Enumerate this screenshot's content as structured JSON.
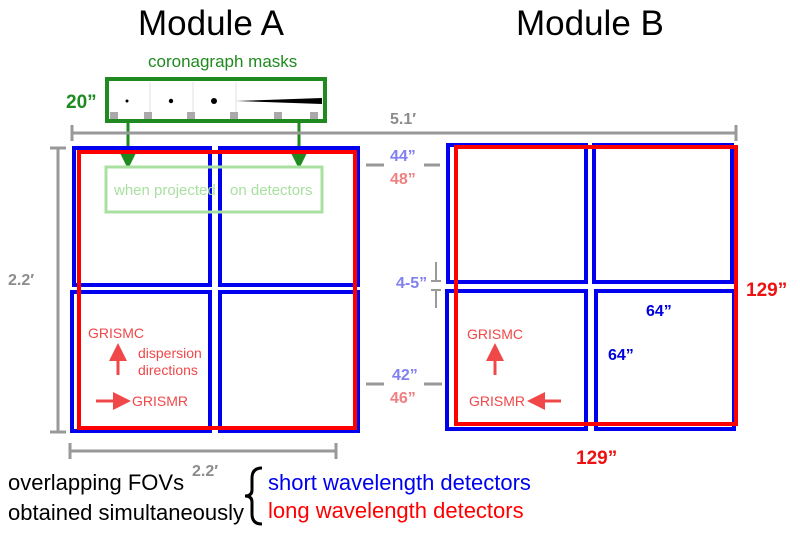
{
  "titles": {
    "module_a": "Module A",
    "module_b": "Module B"
  },
  "coronagraph": {
    "label": "coronagraph masks",
    "size_label": "20”",
    "projection_left": "when projected",
    "projection_right": "on detectors"
  },
  "dimensions": {
    "total_width": "5.1′",
    "module_height": "2.2′",
    "module_width": "2.2′",
    "gap_top_short": "44”",
    "gap_top_long": "48”",
    "gap_bottom_short": "42”",
    "gap_bottom_long": "46”",
    "detector_gap": "4-5”",
    "long_fov_right": "129”",
    "long_fov_bottom": "129”",
    "short_det_width": "64”",
    "short_det_height": "64”"
  },
  "grism": {
    "grismc": "GRISMC",
    "grismr": "GRISMR",
    "dispersion_line1": "dispersion",
    "dispersion_line2": "directions"
  },
  "legend": {
    "left_line1": "overlapping FOVs",
    "left_line2": "obtained simultaneously",
    "short": "short wavelength detectors",
    "long": "long wavelength detectors"
  },
  "colors": {
    "short_wavelength": "#0000ee",
    "long_wavelength": "#ff0000",
    "coronagraph": "#1f8a1f",
    "dimension": "#8c8c8c"
  }
}
